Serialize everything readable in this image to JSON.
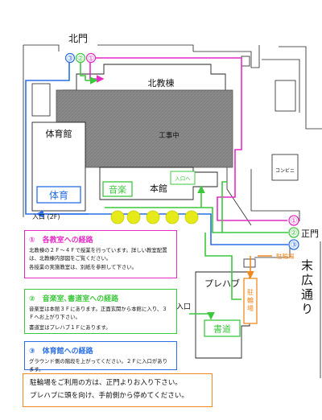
{
  "map": {
    "north_gate": "北門",
    "north_building": "北教棟",
    "construction": "工事中",
    "gym": "体育館",
    "gym_badge": "体育",
    "entrance_2f": "入口 (2F)",
    "music_badge": "音楽",
    "main_building": "本館",
    "entrance_small": "入口へ",
    "convenience": "コンビニ",
    "main_gate": "正門",
    "bicycle_parking": "駐輪場",
    "bicycle_vertical": "駐輪場",
    "prefab": "プレハブ",
    "entrance": "入口",
    "calligraphy_badge": "書道",
    "street_name": "末広通り",
    "route_num_1": "①",
    "route_num_2": "②",
    "route_num_3": "③",
    "route_colors": {
      "route1": "#e62ac6",
      "route2": "#3cc83c",
      "route3": "#2a6fe6",
      "parking": "#f08a20"
    }
  },
  "routes": [
    {
      "title": "①　各教室への経路",
      "color": "#e62ac6",
      "lines": [
        "北教棟の２Ｆ～４Ｆで授業を行っています。詳しい教室配置は、北教棟内部図をご覧ください。",
        "各授業の実施教室は、別紙を参照して下さい。"
      ]
    },
    {
      "title": "②　音楽室､書道室への経路",
      "color": "#3cc83c",
      "lines": [
        "音楽室は本館３Ｆにあります。正面玄関から本館に入り、３Ｆへお上がり下さい。",
        "書道室はプレハブ１Ｆにあります。"
      ]
    },
    {
      "title": "③　体育館への経路",
      "color": "#2a6fe6",
      "lines": [
        "グラウンド側の階段を上がってください。２Ｆに入口があります。"
      ]
    }
  ],
  "parking_note": {
    "lines": [
      "駐輪場をご利用の方は、正門よりお入り下さい。",
      "プレハブに頭を向け、手前側から停めてください。"
    ]
  }
}
